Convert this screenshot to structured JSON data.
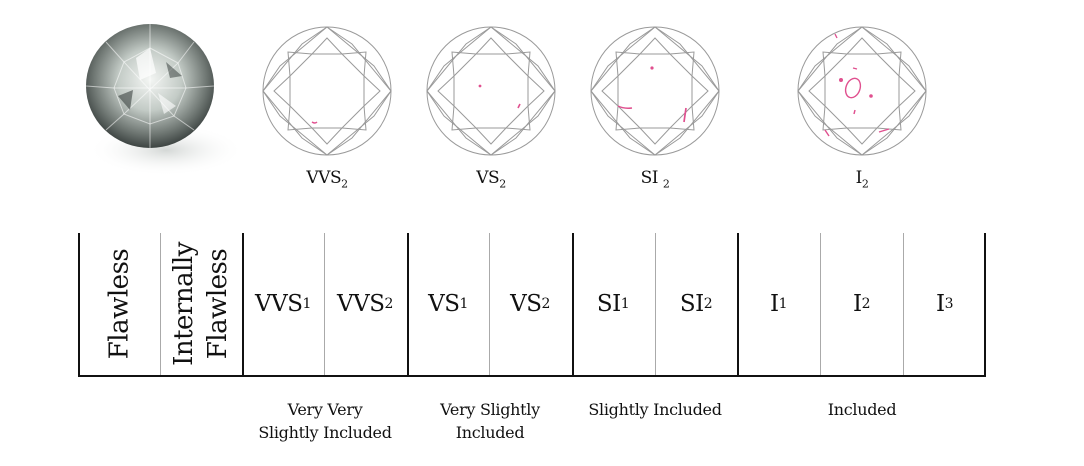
{
  "plots": [
    {
      "name": "VVS",
      "sub": "2"
    },
    {
      "name": "VS",
      "sub": "2"
    },
    {
      "name": "SI",
      "sub": "2"
    },
    {
      "name": "I",
      "sub": "2"
    }
  ],
  "scale": {
    "flawless": "Flawless",
    "internally": "Internally",
    "internally_flawless": "Flawless",
    "grades": [
      {
        "name": "VVS",
        "sub": "1"
      },
      {
        "name": "VVS",
        "sub": "2"
      },
      {
        "name": "VS",
        "sub": "1"
      },
      {
        "name": "VS",
        "sub": "2"
      },
      {
        "name": "SI",
        "sub": "1"
      },
      {
        "name": "SI",
        "sub": "2"
      },
      {
        "name": "I",
        "sub": "1"
      },
      {
        "name": "I",
        "sub": "2"
      },
      {
        "name": "I",
        "sub": "3"
      }
    ]
  },
  "groups": {
    "vvs_line1": "Very Very",
    "vvs_line2": "Slightly Included",
    "vs_line1": "Very Slightly",
    "vs_line2": "Included",
    "si": "Slightly Included",
    "i": "Included"
  },
  "colors": {
    "inclusion": "#e0508f",
    "facet_line": "#9a9a9a",
    "rule_dark": "#111111",
    "rule_light": "#aaaaaa"
  }
}
